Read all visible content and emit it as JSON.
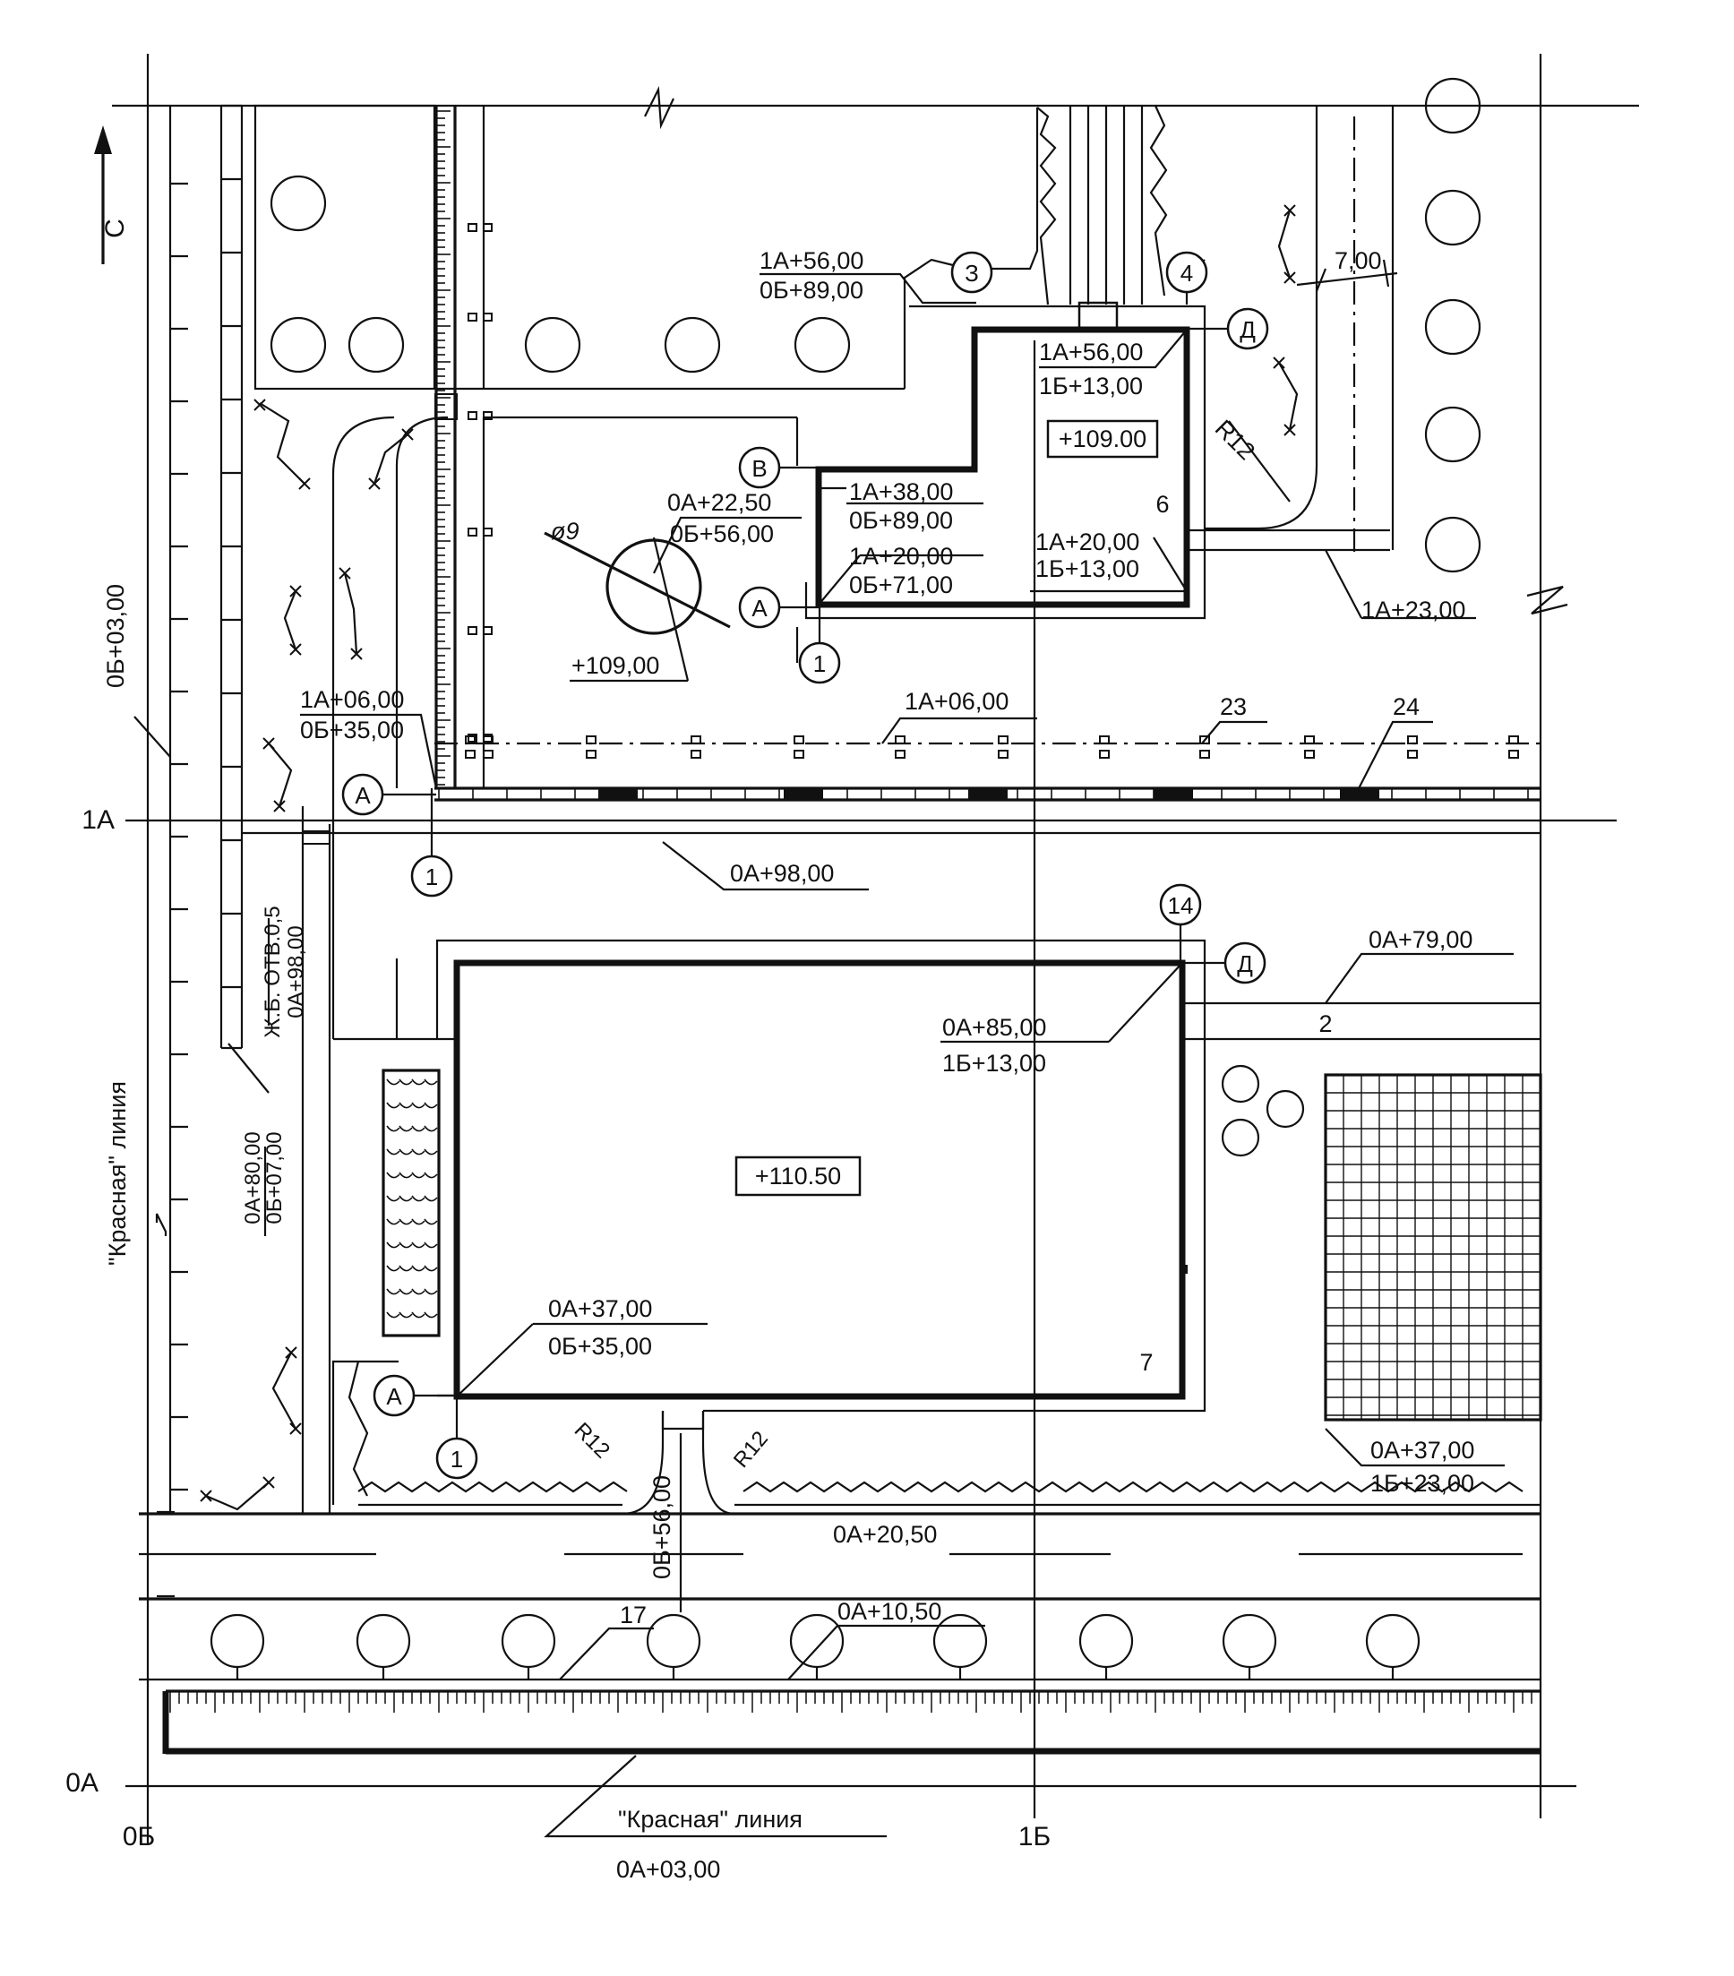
{
  "axes": {
    "north_label": "С",
    "ob_label": "0Б",
    "oa_label": "0А",
    "one_a_label": "1А",
    "one_b_label": "1Б"
  },
  "red_line": {
    "west_label": "\"Красная\" линия",
    "south_label": "\"Красная\" линия",
    "south_coord": "0А+03,00",
    "west_coord": "0Б+03,00"
  },
  "building_6": {
    "number": "6",
    "elevation": "+109.00",
    "corner_nw": [
      "1А+38,00",
      "0Б+89,00"
    ],
    "corner_sw": [
      "1А+20,00",
      "0Б+71,00"
    ],
    "corner_ne": [
      "1А+56,00",
      "1Б+13,00"
    ],
    "corner_se": [
      "1А+20,00",
      "1Б+13,00"
    ],
    "offset_east": "1А+23,00",
    "top_entry": [
      "1А+56,00",
      "0Б+89,00"
    ]
  },
  "tank": {
    "diameter": "ø9",
    "center": [
      "0А+22,50",
      "0Б+56,00"
    ],
    "elevation": "+109,00"
  },
  "fence": {
    "start": [
      "1А+06,00",
      "0Б+35,00"
    ],
    "mid": "1А+06,00",
    "item_23": "23",
    "item_24": "24"
  },
  "road_north": {
    "label": "0А+98,00"
  },
  "building_7": {
    "number": "7",
    "elevation": "+110.50",
    "corner_ne": [
      "0А+85,00",
      "1Б+13,00"
    ],
    "corner_sw": [
      "0А+37,00",
      "0Б+35,00"
    ],
    "corner_se_site": [
      "0А+37,00",
      "1Б+23,00"
    ]
  },
  "road_east": {
    "number": "2",
    "label": "0А+79,00"
  },
  "gate": {
    "label": "Ж.Б. ОТВ.0,5",
    "coord": "0А+98,00"
  },
  "west_point": {
    "coord": [
      "0А+80,00",
      "0Б+07,00"
    ]
  },
  "road_south": {
    "label": "0А+20,50",
    "axis_coord": "0Б+56,00"
  },
  "tree_row": {
    "item": "17",
    "label": "0А+10,50"
  },
  "dimensions": {
    "width_700": "7,00",
    "radius_r12": "R12",
    "radius_r12_b": "R12",
    "radius_r12_c": "R12"
  },
  "markers": {
    "A": "А",
    "B": "В",
    "D": "Д",
    "Z": "З",
    "one": "1",
    "fourteen": "14",
    "four": "4"
  },
  "colors": {
    "ink": "#111111",
    "paper": "#ffffff"
  }
}
